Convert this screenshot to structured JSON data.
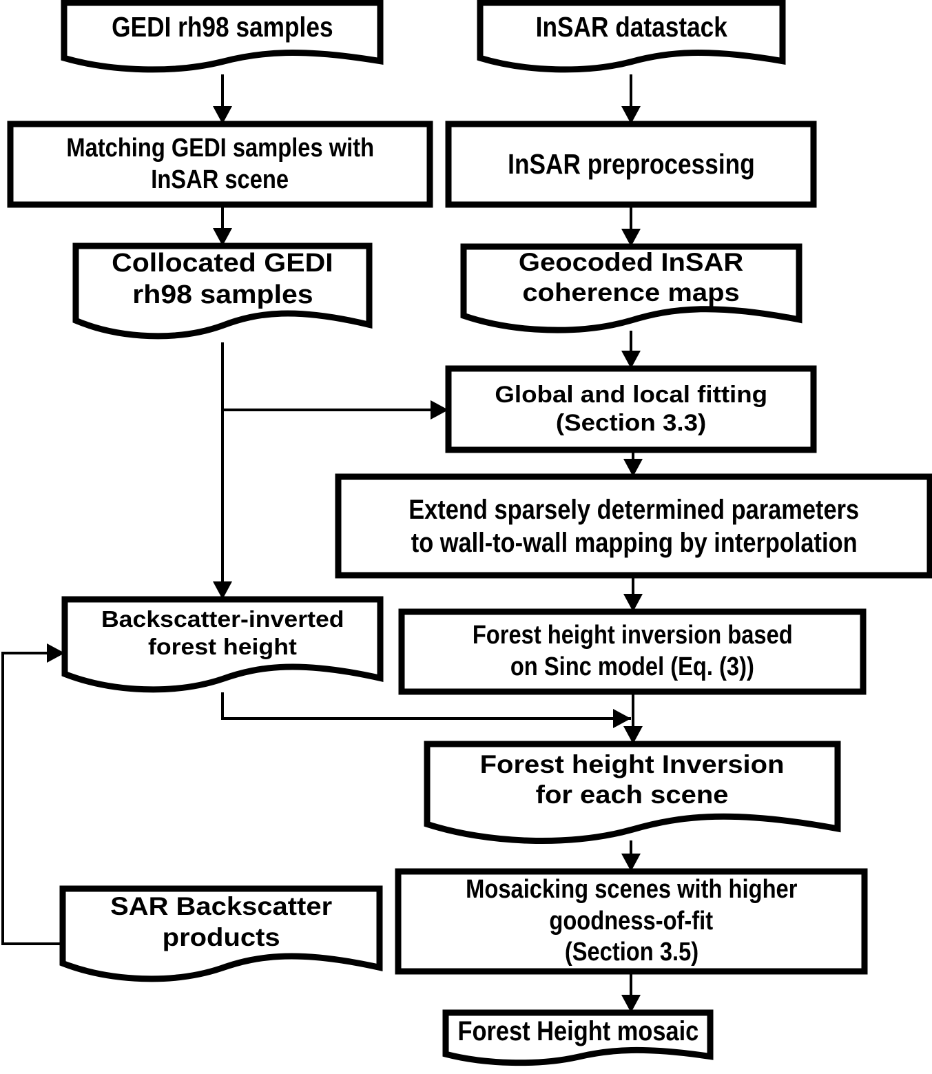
{
  "diagram": {
    "type": "flowchart",
    "colors": {
      "stroke": "#000000",
      "fill": "#ffffff",
      "text": "#000000"
    },
    "nodes": {
      "gedi_rh98": {
        "shape": "document",
        "lines": [
          "GEDI rh98 samples"
        ]
      },
      "matching": {
        "shape": "process",
        "lines": [
          "Matching GEDI samples with",
          "InSAR scene"
        ]
      },
      "collocated": {
        "shape": "document",
        "lines": [
          "Collocated GEDI",
          "rh98 samples"
        ]
      },
      "insar_stack": {
        "shape": "document",
        "lines": [
          "InSAR datastack"
        ]
      },
      "insar_pre": {
        "shape": "process",
        "lines": [
          "InSAR preprocessing"
        ]
      },
      "geocoded": {
        "shape": "document",
        "lines": [
          "Geocoded InSAR",
          "coherence maps"
        ]
      },
      "fitting": {
        "shape": "process",
        "lines": [
          "Global and local fitting",
          "(Section 3.3)"
        ]
      },
      "extend": {
        "shape": "process",
        "lines": [
          "Extend sparsely determined parameters",
          "to wall-to-wall mapping by interpolation"
        ]
      },
      "sinc": {
        "shape": "process",
        "lines": [
          "Forest height inversion based",
          "on Sinc model (Eq. (3))"
        ]
      },
      "backscatter_inv": {
        "shape": "document",
        "lines": [
          "Backscatter-inverted",
          "forest height"
        ]
      },
      "per_scene": {
        "shape": "document",
        "lines": [
          "Forest height Inversion",
          "for each scene"
        ]
      },
      "mosaicking": {
        "shape": "process",
        "lines": [
          "Mosaicking scenes with higher",
          "goodness-of-fit",
          "(Section 3.5)"
        ]
      },
      "sar_products": {
        "shape": "document",
        "lines": [
          "SAR Backscatter",
          "products"
        ]
      },
      "mosaic": {
        "shape": "document",
        "lines": [
          "Forest Height mosaic"
        ]
      }
    },
    "edges": [
      {
        "from": "gedi_rh98",
        "to": "matching"
      },
      {
        "from": "matching",
        "to": "collocated"
      },
      {
        "from": "insar_stack",
        "to": "insar_pre"
      },
      {
        "from": "insar_pre",
        "to": "geocoded"
      },
      {
        "from": "geocoded",
        "to": "fitting"
      },
      {
        "from": "collocated",
        "to": "fitting"
      },
      {
        "from": "collocated",
        "to": "backscatter_inv"
      },
      {
        "from": "fitting",
        "to": "extend"
      },
      {
        "from": "extend",
        "to": "sinc"
      },
      {
        "from": "sinc",
        "to": "per_scene"
      },
      {
        "from": "backscatter_inv",
        "to": "per_scene"
      },
      {
        "from": "sar_products",
        "to": "backscatter_inv"
      },
      {
        "from": "per_scene",
        "to": "mosaicking"
      },
      {
        "from": "mosaicking",
        "to": "mosaic"
      }
    ]
  }
}
